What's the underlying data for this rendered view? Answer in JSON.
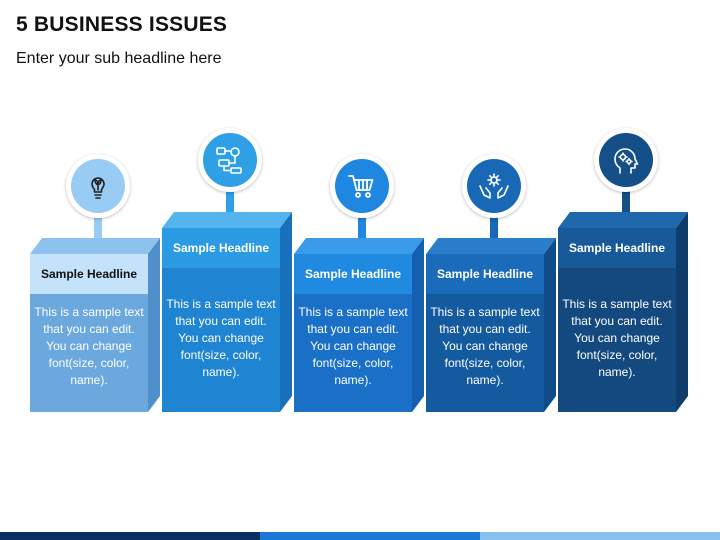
{
  "title": "5 BUSINESS ISSUES",
  "subtitle": "Enter your sub headline here",
  "items": [
    {
      "headline": "Sample Headline",
      "text": "This is a sample text that you can edit. You can change font(size, color, name).",
      "icon": "lightbulb-plant-icon",
      "colors": {
        "circle": "#99ccf5",
        "head": "#c4e2f9",
        "front": "#6ba8dd",
        "side": "#4f8fcc",
        "top": "#8ec2ee",
        "headline_text": "#111111",
        "icon": "#222222"
      }
    },
    {
      "headline": "Sample Headline",
      "text": "This is a sample text that you can edit. You can change font(size, color, name).",
      "icon": "workflow-process-icon",
      "colors": {
        "circle": "#2fa0e6",
        "head": "#2b9be3",
        "front": "#1f84d2",
        "side": "#1870bb",
        "top": "#55b4ee",
        "headline_text": "#ffffff",
        "icon": "#ffffff"
      }
    },
    {
      "headline": "Sample Headline",
      "text": "This is a sample text that you can edit. You can change font(size, color, name).",
      "icon": "shopping-cart-icon",
      "colors": {
        "circle": "#1f87e0",
        "head": "#1f8ae0",
        "front": "#1a6fc7",
        "side": "#155fb0",
        "top": "#3a9bea",
        "headline_text": "#ffffff",
        "icon": "#ffffff"
      }
    },
    {
      "headline": "Sample Headline",
      "text": "This is a sample text that you can edit. You can change font(size, color, name).",
      "icon": "hands-gear-icon",
      "colors": {
        "circle": "#1868b6",
        "head": "#1a6cba",
        "front": "#145a9f",
        "side": "#104c89",
        "top": "#2a7dc9",
        "headline_text": "#ffffff",
        "icon": "#ffffff"
      }
    },
    {
      "headline": "Sample Headline",
      "text": "This is a sample text that you can edit. You can change font(size, color, name).",
      "icon": "head-gears-icon",
      "colors": {
        "circle": "#154f87",
        "head": "#185a99",
        "front": "#13497f",
        "side": "#0f3c6a",
        "top": "#1f68ab",
        "headline_text": "#ffffff",
        "icon": "#ffffff"
      }
    }
  ],
  "footer_colors": [
    "#0c2f63",
    "#1c78d8",
    "#87c2ef"
  ]
}
